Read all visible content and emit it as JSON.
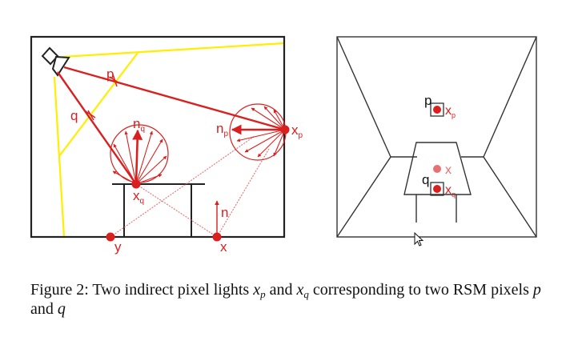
{
  "figure": {
    "left_panel": {
      "labels": {
        "p": "p",
        "q": "q",
        "n_q_base": "n",
        "n_q_sub": "q",
        "n_p_base": "n",
        "n_p_sub": "p",
        "x_p_base": "x",
        "x_p_sub": "p",
        "x_q_base": "x",
        "x_q_sub": "q",
        "n": "n",
        "y": "y",
        "x": "x"
      }
    },
    "right_panel": {
      "labels": {
        "p": "p",
        "q": "q",
        "x_p_base": "x",
        "x_p_sub": "p",
        "x_q_base": "x",
        "x_q_sub": "q",
        "x": "x"
      }
    },
    "colors": {
      "red": "#d9201f",
      "light_red": "#e87070",
      "yellow": "#ffee00",
      "outline": "#222222"
    }
  },
  "caption": {
    "prefix": "Figure 2: Two indirect pixel lights ",
    "xp_base": "x",
    "xp_sub": "p",
    "and1": " and ",
    "xq_base": "x",
    "xq_sub": "q",
    "middle": " corresponding to two RSM pixels ",
    "p": "p",
    "and2": " and ",
    "q": "q"
  }
}
